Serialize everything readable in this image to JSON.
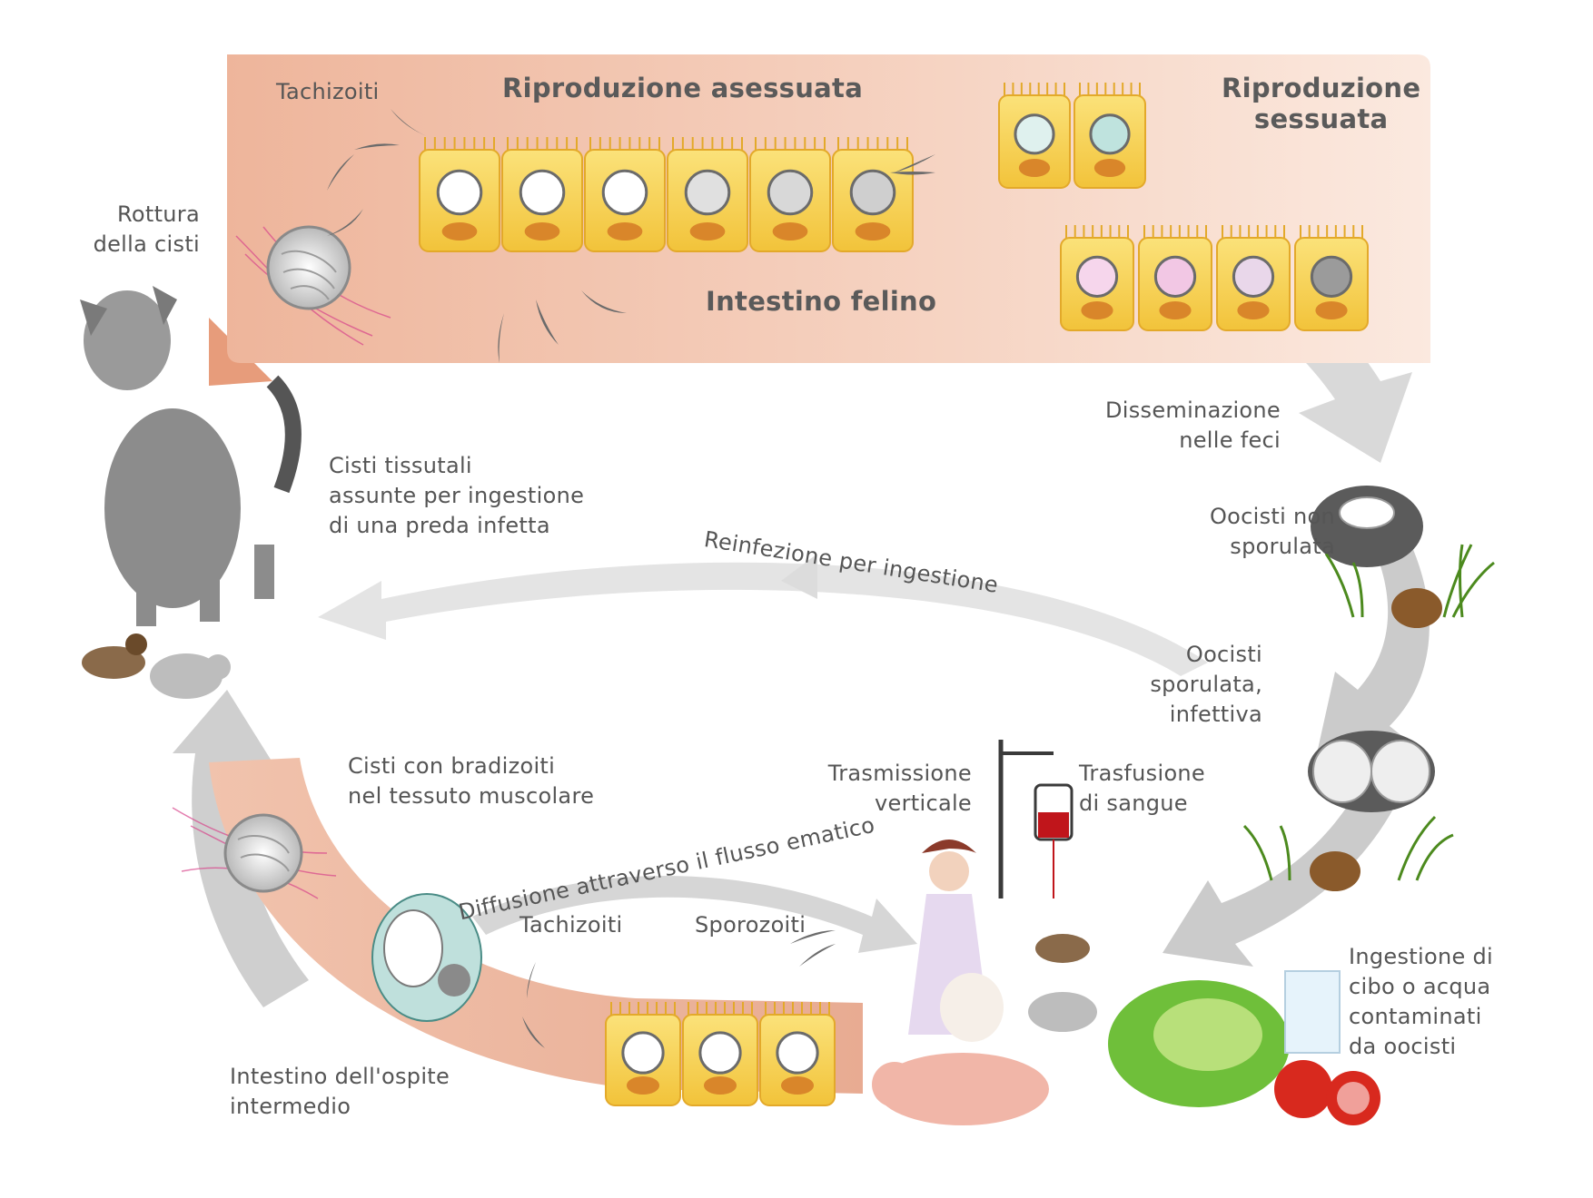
{
  "labels": {
    "tachizoiti_top": "Tachizoiti",
    "riproduzione_asessuata": "Riproduzione asessuata",
    "riproduzione_sessuata": [
      "Riproduzione",
      "sessuata"
    ],
    "intestino_felino": "Intestino felino",
    "rottura_cisti": [
      "Rottura",
      "della cisti"
    ],
    "disseminazione": [
      "Disseminazione",
      "nelle feci"
    ],
    "cisti_tissutali": [
      "Cisti tissutali",
      "assunte per ingestione",
      "di una preda infetta"
    ],
    "reinfezione": "Reinfezione per ingestione",
    "oocisti_non_sporulata": [
      "Oocisti non",
      "sporulata"
    ],
    "oocisti_sporulata": [
      "Oocisti",
      "sporulata,",
      "infettiva"
    ],
    "cisti_bradizoiti": [
      "Cisti con bradizoiti",
      "nel tessuto muscolare"
    ],
    "trasmissione_verticale": [
      "Trasmissione",
      "verticale"
    ],
    "trasfusione": [
      "Trasfusione",
      "di sangue"
    ],
    "diffusione": "Diffusione attraverso il flusso ematico",
    "tachizoiti_bottom": "Tachizoiti",
    "sporozoiti": "Sporozoiti",
    "ingestione_cibo": [
      "Ingestione di",
      "cibo o acqua",
      "contaminati",
      "da oocisti"
    ],
    "intestino_ospite": [
      "Intestino dell'ospite",
      "intermedio"
    ]
  },
  "colors": {
    "band_peach": "#f2c4ac",
    "cell_yellow": "#f7cf48",
    "nucleus": "#d98a2b",
    "arrow_grey": "#c8c8c8"
  }
}
